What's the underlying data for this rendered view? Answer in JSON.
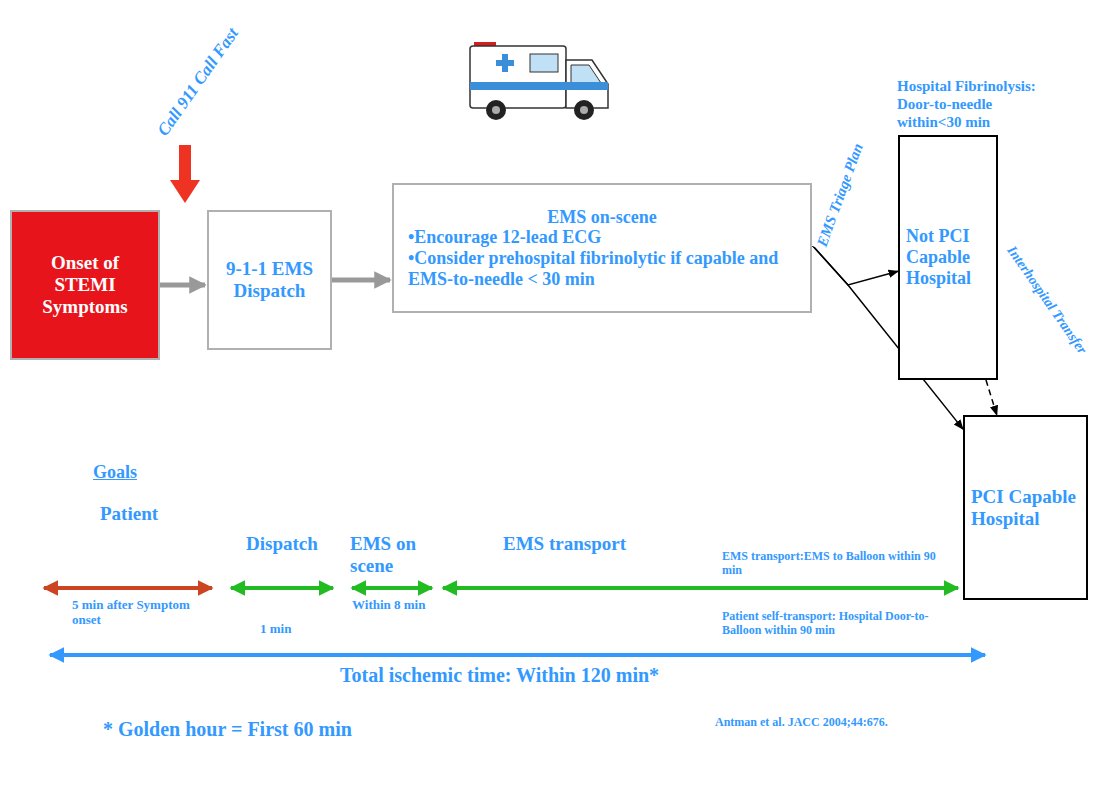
{
  "diagram": {
    "nodes": [
      {
        "text": [
          "Onset of STEMI Symptoms"
        ]
      },
      {
        "text": [
          "9-1-1 EMS Dispatch"
        ]
      },
      {
        "text": [
          "EMS on-scene",
          "•Encourage 12-lead ECG",
          "•Consider prehospital fibrinolytic if capable and EMS-to-needle < 30 min"
        ]
      },
      {
        "text": [
          "Hospital Fibrinolysis: Door-to-needle within<30 min",
          "Not PCI Capable Hospital"
        ]
      },
      {
        "text": [
          "PCI Capable Hospital"
        ]
      }
    ],
    "edges": [
      {
        "from": 0,
        "to": 1,
        "arrow": "to"
      },
      {
        "from": 1,
        "to": 2,
        "arrow": "to"
      },
      {
        "from": 2,
        "to": 3,
        "label": "EMS Triage Plan",
        "arrow": "to"
      },
      {
        "from": 2,
        "to": 4,
        "arrow": "to"
      },
      {
        "from": 3,
        "to": 4,
        "label": "Interhospital Transfer",
        "arrow": "to"
      }
    ],
    "labels": [
      "Call 911 Call Fast",
      "Goals",
      "Patient",
      "5 min after Symptom onset",
      "Dispatch",
      "1 min",
      "EMS on scene",
      "Within 8 min",
      "EMS transport",
      "EMS transport:EMS to Balloon within 90 min",
      "Patient self-transport: Hospital Door-to-Balloon within 90 min",
      "Total ischemic time: Within 120 min*",
      "* Golden hour = First 60 min",
      "Antman et al. JACC 2004;44:676."
    ]
  }
}
